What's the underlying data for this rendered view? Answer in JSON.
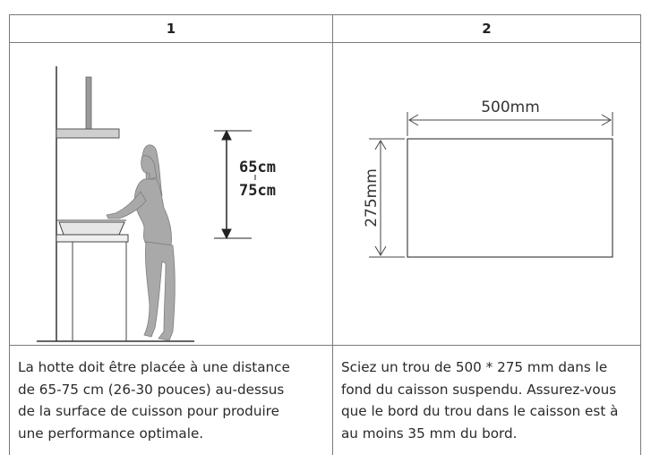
{
  "table": {
    "headers": [
      "1",
      "2"
    ],
    "figure1": {
      "label_top": "65cm",
      "label_bottom": "75cm"
    },
    "figure2": {
      "width_label": "500mm",
      "height_label": "275mm"
    },
    "descriptions": [
      [
        "La hotte doit être placée à une distance",
        "de 65-75 cm (26-30 pouces) au-dessus",
        "de la surface de cuisson pour produire",
        "une performance optimale."
      ],
      [
        "Sciez un trou de 500 * 275 mm dans le",
        "fond du caisson suspendu. Assurez-vous",
        "que le bord du trou dans le caisson est à",
        "au moins 35 mm du bord."
      ]
    ]
  }
}
